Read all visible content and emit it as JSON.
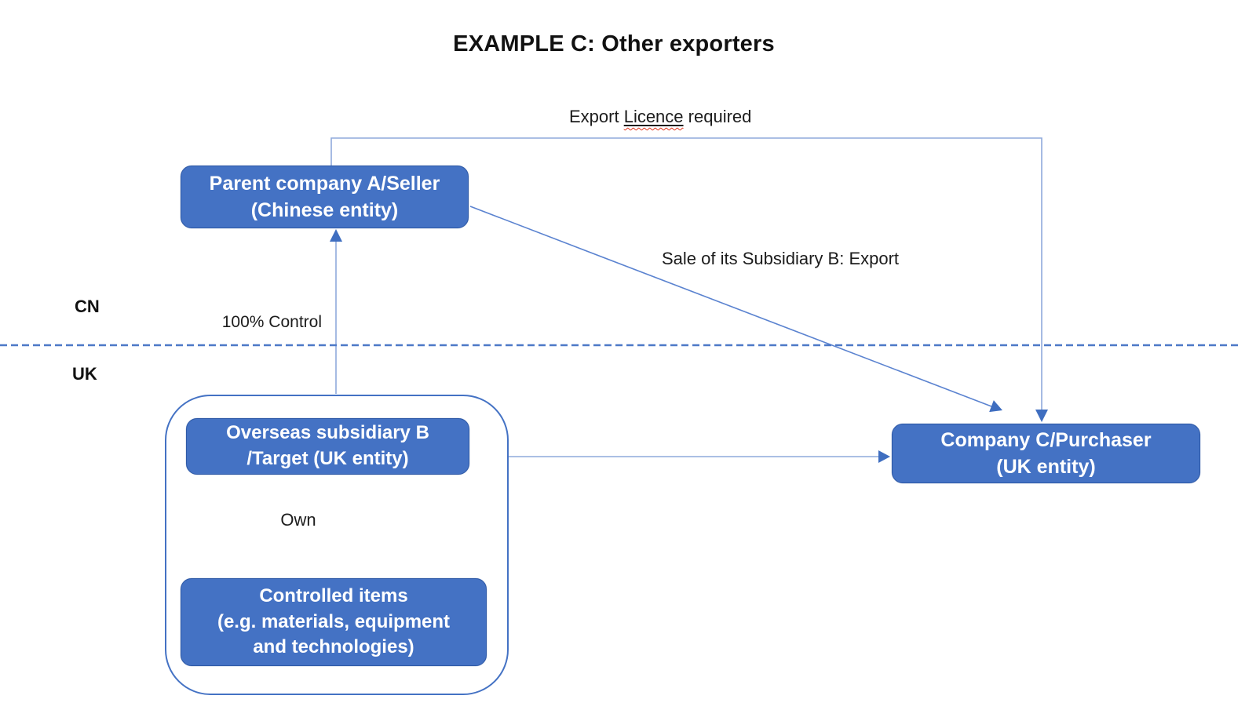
{
  "title": "EXAMPLE C: Other exporters",
  "labels": {
    "export_licence_prefix": "Export ",
    "export_licence_word": "Licence",
    "export_licence_suffix": " required",
    "sale": "Sale of its Subsidiary B: Export",
    "control": "100% Control",
    "own": "Own",
    "region_top": "CN",
    "region_bottom": "UK"
  },
  "nodes": {
    "parent": {
      "lines": [
        "Parent company A/Seller",
        "(Chinese entity)"
      ]
    },
    "subsidiary": {
      "lines": [
        "Overseas subsidiary B",
        "/Target (UK entity)"
      ]
    },
    "controlled": {
      "lines": [
        "Controlled items",
        "(e.g. materials, equipment",
        "and technologies)"
      ]
    },
    "purchaser": {
      "lines": [
        "Company C/Purchaser",
        "(UK entity)"
      ]
    }
  },
  "colors": {
    "box_fill": "#4472C4",
    "box_border": "#2F5AA7",
    "line": "#8FAADC",
    "line_strong": "#5B83D0",
    "arrow": "#3F6EC0",
    "dashed": "#4D79C7",
    "spellcheck": "#E0341B"
  }
}
